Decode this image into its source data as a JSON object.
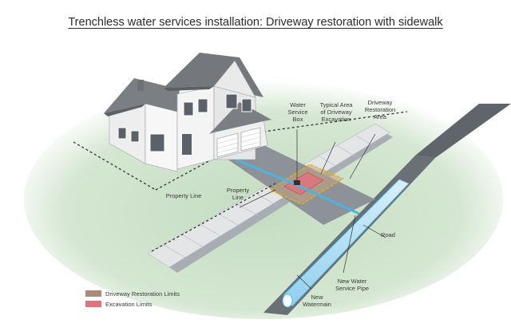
{
  "title": "Trenchless water services installation: Driveway restoration with sidewalk",
  "labels": {
    "water_service_box": "Water Service Box",
    "typical_area": "Typical Area of Driveway Excavation",
    "driveway_restoration_area": "Driveway Restoration Area",
    "property_line_left": "Property Line",
    "property_line_center": "Property Line",
    "road": "Road",
    "new_water_service_pipe": "New Water Service Pipe",
    "new_watermain": "New Watermain"
  },
  "legend": [
    {
      "label": "Driveway Restoration Limits",
      "color": "#a88b7a"
    },
    {
      "label": "Excavation Limits",
      "color": "#e0727b"
    }
  ],
  "colors": {
    "lawn": "#c9dfc6",
    "sidewalk": "#e2e4e6",
    "driveway": "#888e95",
    "road": "#5f656b",
    "pipe": "#4bb4e3",
    "restoration_zone": "#c9a27e",
    "excavation_zone": "#e0727b",
    "house_wall": "#f2f2f2",
    "roof": "#7b7e83"
  }
}
